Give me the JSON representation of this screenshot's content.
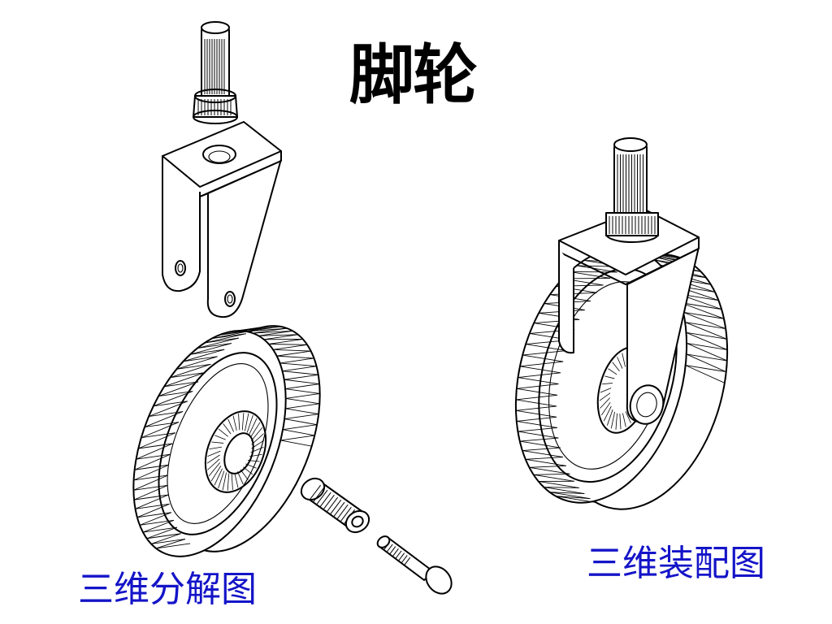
{
  "title": "脚轮",
  "captions": {
    "exploded": "三维分解图",
    "assembly": "三维装配图"
  },
  "colors": {
    "caption": "#1414c8",
    "line": "#000000",
    "background": "#ffffff"
  }
}
